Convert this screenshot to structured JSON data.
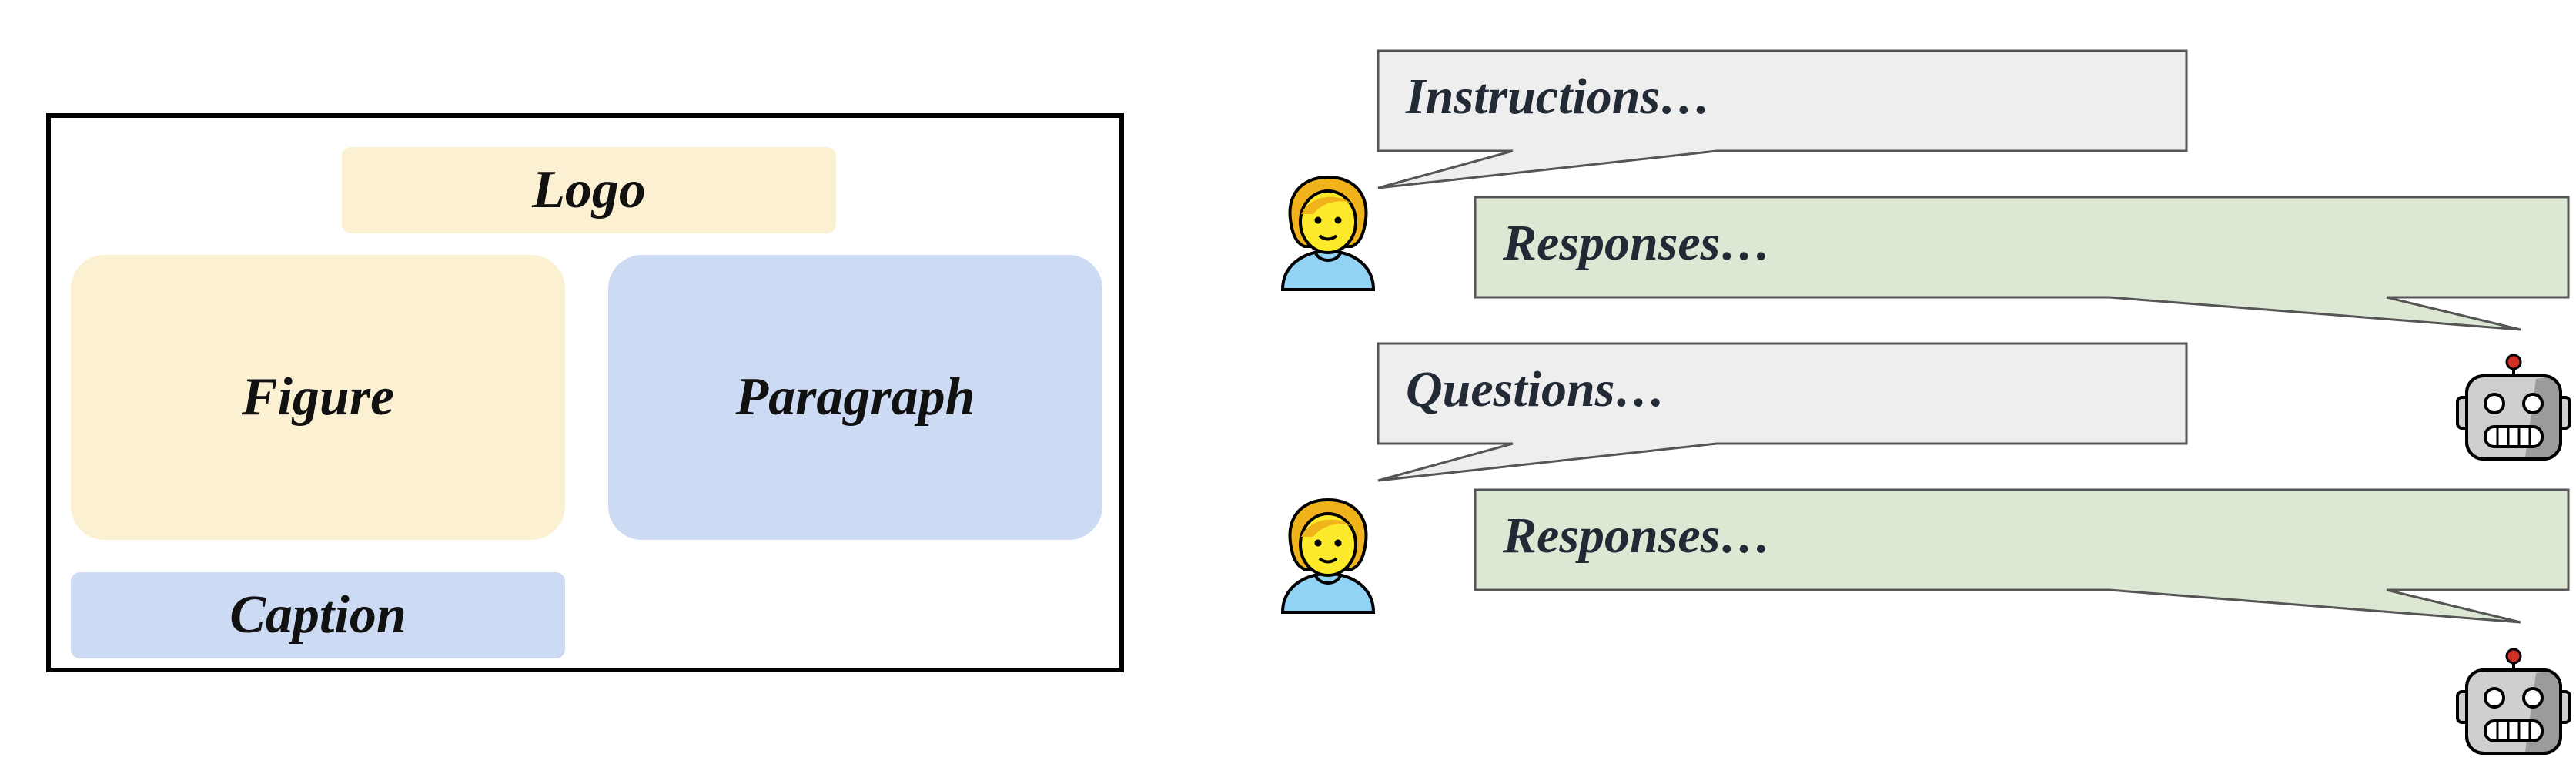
{
  "layout": {
    "logo": "Logo",
    "figure": "Figure",
    "paragraph": "Paragraph",
    "caption": "Caption"
  },
  "chat": {
    "bubbles": [
      {
        "role": "user",
        "text": "Instructions…"
      },
      {
        "role": "assistant",
        "text": "Responses…"
      },
      {
        "role": "user",
        "text": "Questions…"
      },
      {
        "role": "assistant",
        "text": "Responses…"
      }
    ],
    "avatars": {
      "user": "person-icon",
      "assistant": "robot-icon"
    }
  },
  "colors": {
    "yellow_block": "#fbf1d2",
    "blue_block": "#ccdaf3",
    "user_bubble": "#eeeeee",
    "assistant_bubble": "#dde8d4"
  }
}
